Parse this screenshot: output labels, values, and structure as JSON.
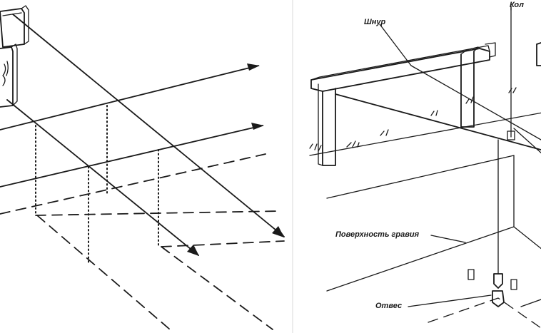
{
  "left_figure": {},
  "right_figure": {
    "labels": {
      "stake": "Кол",
      "cord": "Шнур",
      "gravel_surface": "Поверхность гравия",
      "plumb": "Отвес"
    }
  }
}
